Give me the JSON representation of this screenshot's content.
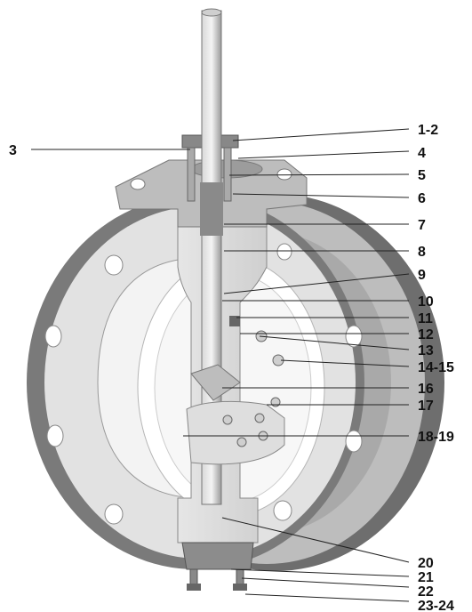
{
  "diagram": {
    "callouts": [
      {
        "id": "c3",
        "label": "3"
      },
      {
        "id": "c1_2",
        "label": "1-2"
      },
      {
        "id": "c4",
        "label": "4"
      },
      {
        "id": "c5",
        "label": "5"
      },
      {
        "id": "c6",
        "label": "6"
      },
      {
        "id": "c7",
        "label": "7"
      },
      {
        "id": "c8",
        "label": "8"
      },
      {
        "id": "c9",
        "label": "9"
      },
      {
        "id": "c10",
        "label": "10"
      },
      {
        "id": "c11",
        "label": "11"
      },
      {
        "id": "c12",
        "label": "12"
      },
      {
        "id": "c13",
        "label": "13"
      },
      {
        "id": "c14_15",
        "label": "14-15"
      },
      {
        "id": "c16",
        "label": "16"
      },
      {
        "id": "c17",
        "label": "17"
      },
      {
        "id": "c18_19",
        "label": "18-19"
      },
      {
        "id": "c20",
        "label": "20"
      },
      {
        "id": "c21",
        "label": "21"
      },
      {
        "id": "c22",
        "label": "22"
      },
      {
        "id": "c23_24",
        "label": "23-24"
      }
    ]
  }
}
